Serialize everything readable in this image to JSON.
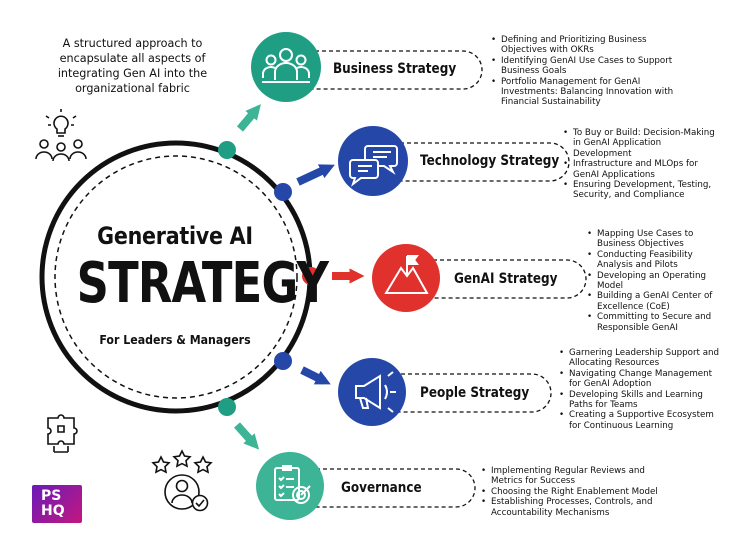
{
  "intro": "A structured approach to encapsulate all aspects of integrating Gen AI into the organizational fabric",
  "center": {
    "line1": "Generative AI",
    "line2": "STRATEGY",
    "line3": "For Leaders & Managers"
  },
  "colors": {
    "teal": "#1f9e84",
    "teal_light": "#3cb495",
    "blue": "#2447a8",
    "red": "#e0312d",
    "ring": "#111111",
    "logo_start": "#6a1bb8",
    "logo_end": "#c2187f"
  },
  "logo": {
    "line1": "PS",
    "line2": "HQ"
  },
  "decorative_icons": [
    "lightbulb-team-icon",
    "puzzle-icon",
    "star-rating-user-icon"
  ],
  "strategies": [
    {
      "name": "Business Strategy",
      "icon": "team-icon",
      "bullets": [
        "Defining and Prioritizing Business Objectives with OKRs",
        "Identifying GenAI Use Cases to Support Business Goals",
        "Portfolio Management for GenAI Investments: Balancing Innovation with Financial Sustainability"
      ]
    },
    {
      "name": "Technology Strategy",
      "icon": "chat-bubbles-icon",
      "bullets": [
        "To Buy or Build: Decision-Making in GenAI Application Development",
        "Infrastructure and MLOps for GenAI Applications",
        "Ensuring Development, Testing, Security, and Compliance"
      ]
    },
    {
      "name": "GenAI Strategy",
      "icon": "mountain-flag-icon",
      "bullets": [
        "Mapping Use Cases to Business Objectives",
        "Conducting Feasibility Analysis and Pilots",
        "Developing an Operating Model",
        "Building a GenAI Center of Excellence (CoE)",
        "Committing to Secure and Responsible GenAI"
      ]
    },
    {
      "name": "People Strategy",
      "icon": "megaphone-icon",
      "bullets": [
        "Garnering Leadership Support and Allocating Resources",
        "Navigating Change Management for GenAI Adoption",
        "Developing Skills and Learning Paths for Teams",
        "Creating a Supportive Ecosystem for Continuous Learning"
      ]
    },
    {
      "name": "Governance",
      "icon": "checklist-target-icon",
      "bullets": [
        "Implementing Regular Reviews and Metrics for Success",
        "Choosing the Right Enablement Model",
        "Establishing Processes, Controls, and Accountability Mechanisms"
      ]
    }
  ]
}
